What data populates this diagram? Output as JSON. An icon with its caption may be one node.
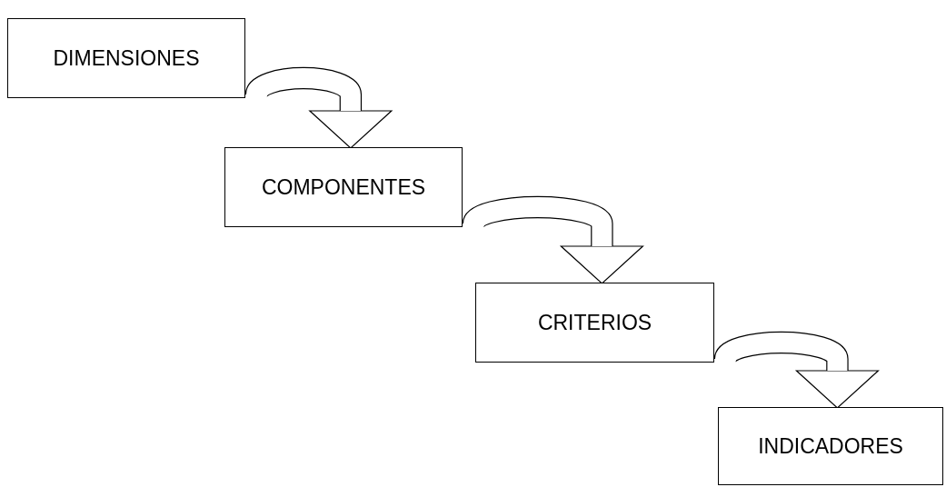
{
  "diagram": {
    "nodes": [
      {
        "text": [
          "DIMENSIONES"
        ]
      },
      {
        "text": [
          "COMPONENTES"
        ]
      },
      {
        "text": [
          "CRITERIOS"
        ]
      },
      {
        "text": [
          "INDICADORES"
        ]
      }
    ],
    "edges": [
      {
        "from": 0,
        "to": 1,
        "arrow": "to"
      },
      {
        "from": 1,
        "to": 2,
        "arrow": "to"
      },
      {
        "from": 2,
        "to": 3,
        "arrow": "to"
      }
    ]
  }
}
